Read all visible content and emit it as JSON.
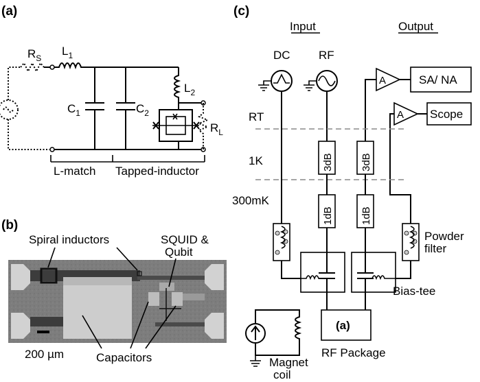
{
  "panels": {
    "a": "(a)",
    "b": "(b)",
    "c": "(c)"
  },
  "circuit_a": {
    "rs": "R",
    "rs_sub": "S",
    "l1": "L",
    "l1_sub": "1",
    "c1": "C",
    "c1_sub": "1",
    "c2": "C",
    "c2_sub": "2",
    "l2": "L",
    "l2_sub": "2",
    "rl": "R",
    "rl_sub": "L",
    "lmatch": "L-match",
    "tapped": "Tapped-inductor"
  },
  "photo_b": {
    "spiral": "Spiral inductors",
    "squid1": "SQUID &",
    "squid2": "Qubit",
    "scale": "200 µm",
    "capacitors": "Capacitors"
  },
  "schematic_c": {
    "input": "Input",
    "output": "Output",
    "dc": "DC",
    "rf": "RF",
    "sana": "SA/ NA",
    "scope": "Scope",
    "amp": "A",
    "rt": "RT",
    "k1": "1K",
    "mk300": "300mK",
    "att3": "3dB",
    "att1": "1dB",
    "powder1": "Powder",
    "powder2": "filter",
    "biastee": "Bias-tee",
    "package_ref": "(a)",
    "package": "RF Package",
    "magnet1": "Magnet",
    "magnet2": "coil"
  }
}
